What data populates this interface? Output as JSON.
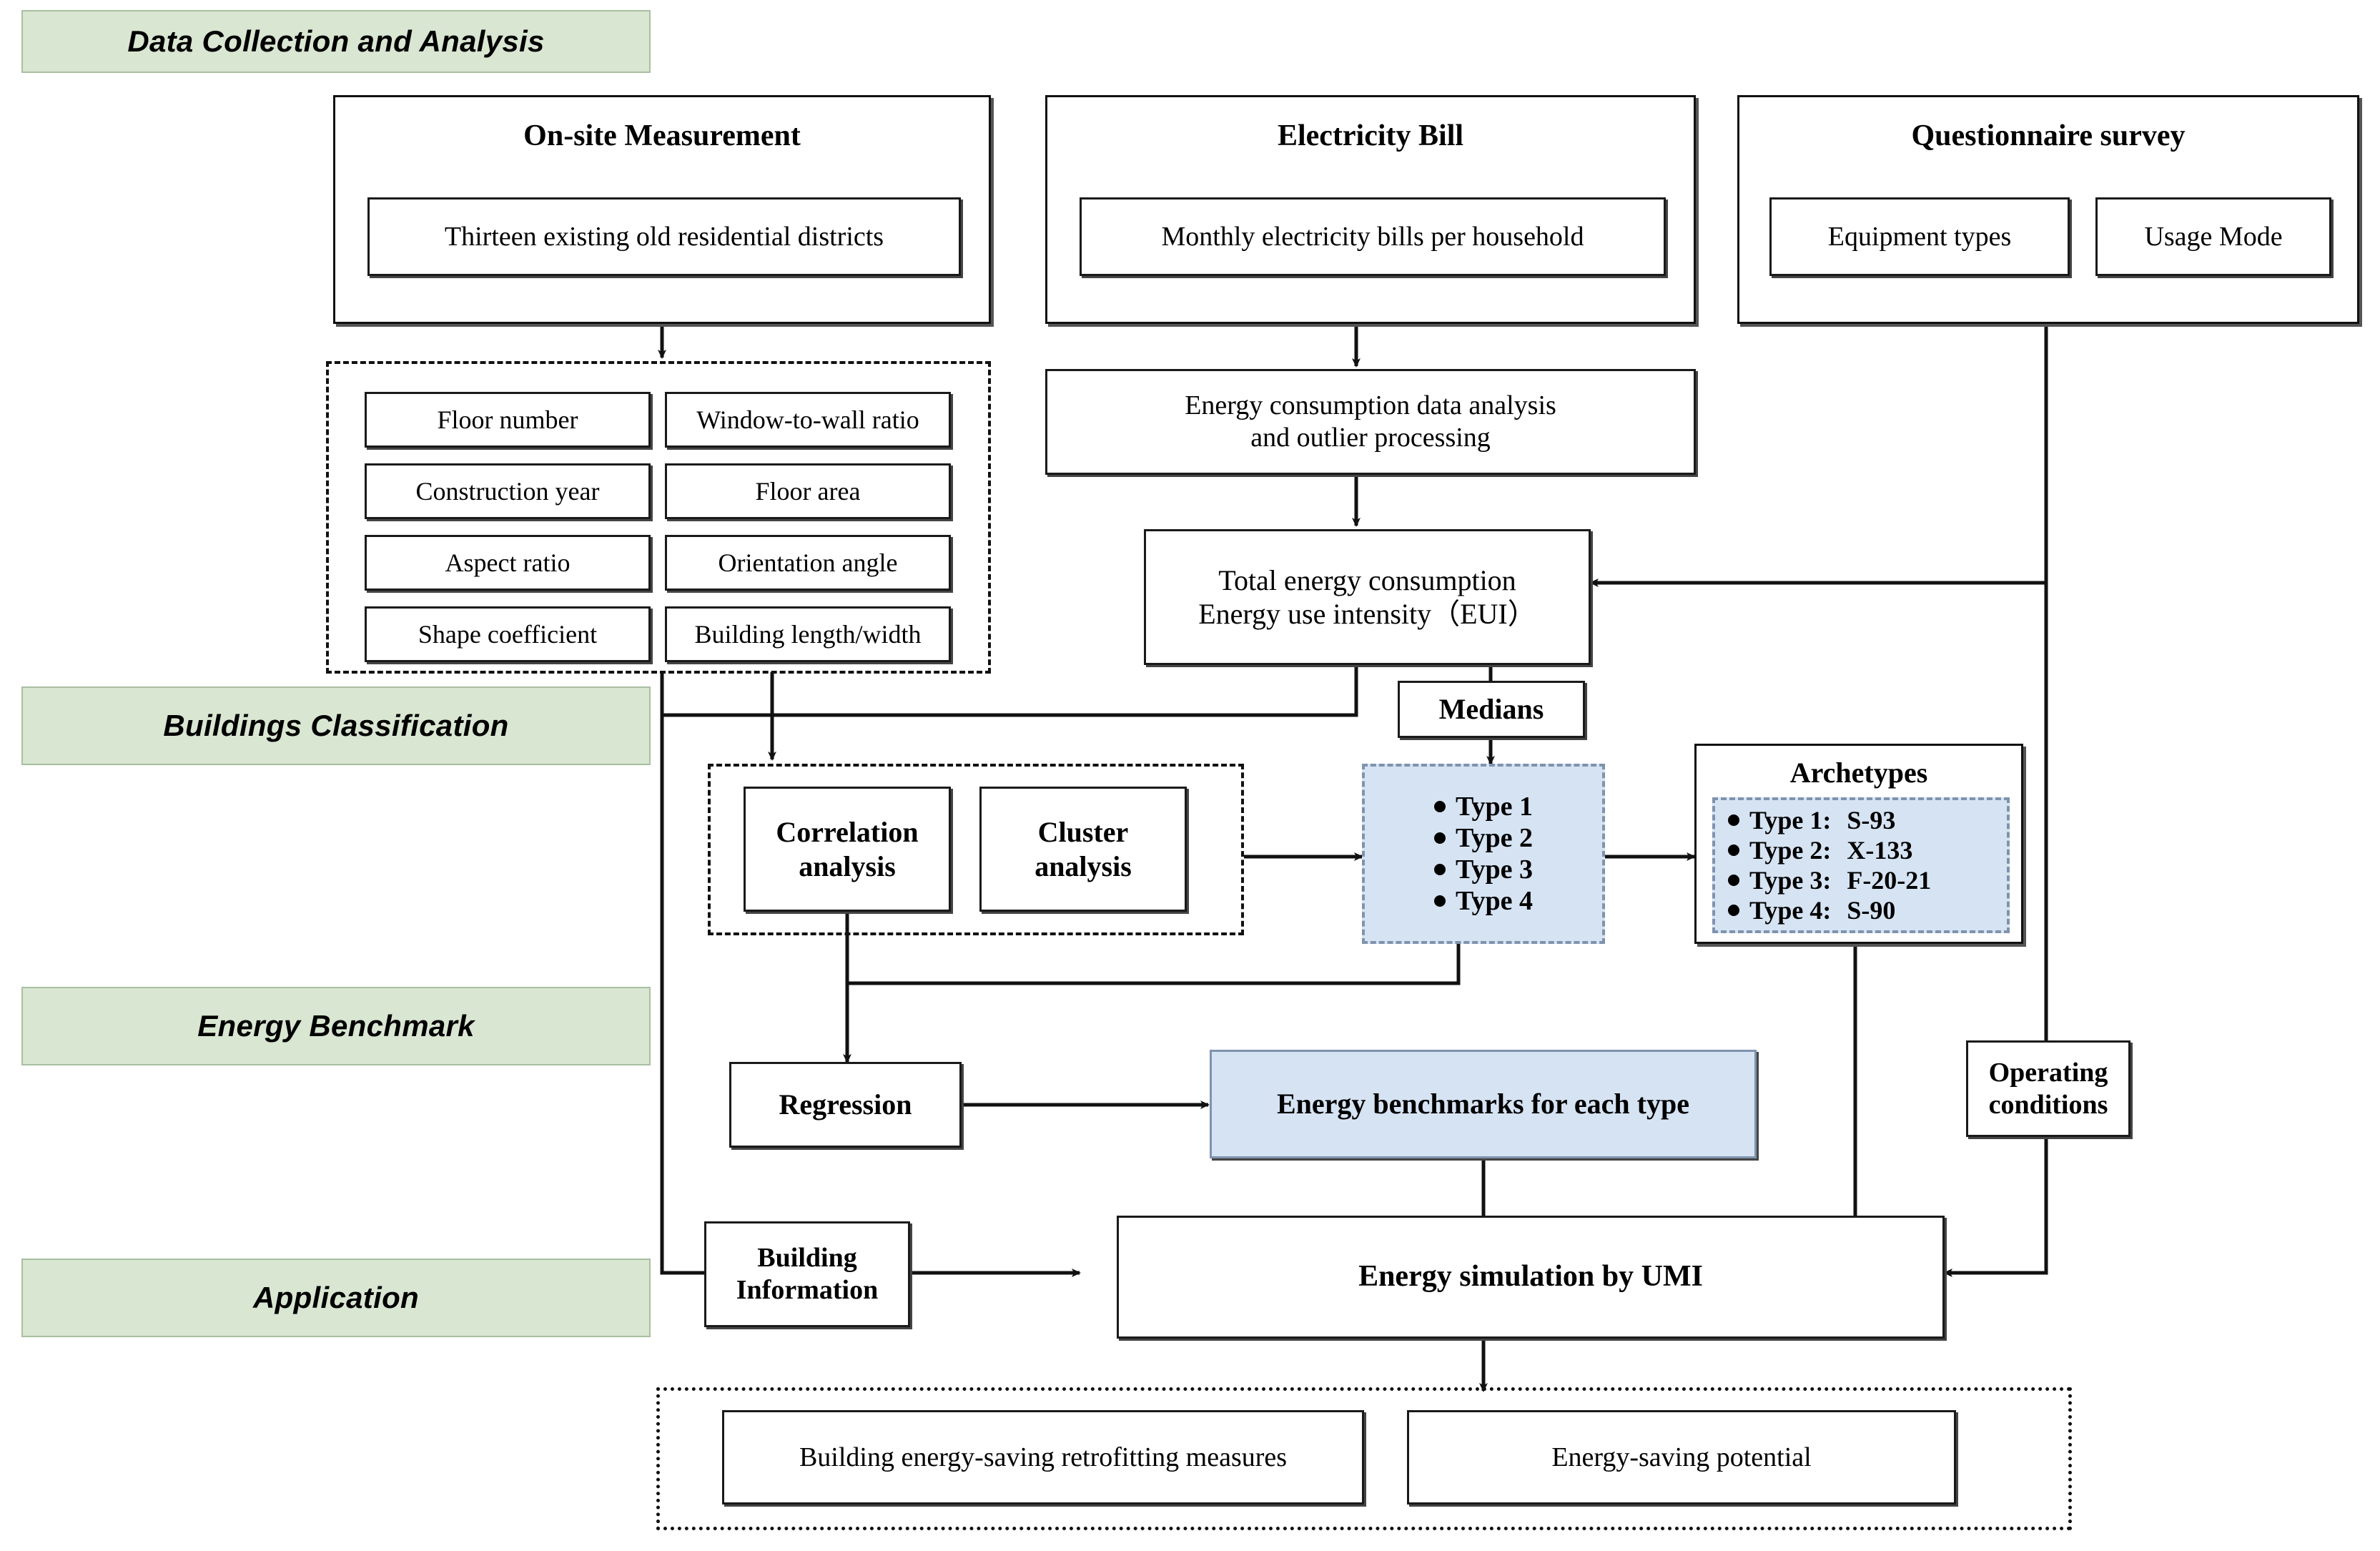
{
  "stages": [
    {
      "label": "Data Collection and Analysis"
    },
    {
      "label": "Buildings Classification"
    },
    {
      "label": "Energy Benchmark"
    },
    {
      "label": "Application"
    }
  ],
  "sources": {
    "onsite": {
      "title": "On-site Measurement",
      "items": [
        "Thirteen existing old residential districts"
      ]
    },
    "bill": {
      "title": "Electricity Bill",
      "items": [
        "Monthly electricity bills per household"
      ]
    },
    "survey": {
      "title": "Questionnaire survey",
      "items": [
        "Equipment types",
        "Usage Mode"
      ]
    }
  },
  "parameters": [
    "Floor number",
    "Window-to-wall ratio",
    "Construction year",
    "Floor area",
    "Aspect ratio",
    "Orientation angle",
    "Shape coefficient",
    "Building length/width"
  ],
  "process": {
    "data_analysis": "Energy consumption data analysis\nand outlier processing",
    "data_analysis_line1": "Energy consumption data analysis",
    "data_analysis_line2": "and outlier processing",
    "total_line1": "Total energy consumption",
    "total_line2": "Energy use intensity（EUI）",
    "medians": "Medians"
  },
  "classification": {
    "methods": [
      "Correlation analysis",
      "Cluster analysis"
    ],
    "method_1_line1": "Correlation",
    "method_1_line2": "analysis",
    "method_2_line1": "Cluster",
    "method_2_line2": "analysis",
    "types": [
      "Type 1",
      "Type 2",
      "Type 3",
      "Type 4"
    ],
    "archetypes_title": "Archetypes",
    "archetypes": [
      {
        "label": "Type 1:",
        "value": "S-93"
      },
      {
        "label": "Type 2:",
        "value": "X-133"
      },
      {
        "label": "Type 3:",
        "value": "F-20-21"
      },
      {
        "label": "Type 4:",
        "value": "S-90"
      }
    ]
  },
  "benchmark": {
    "regression": "Regression",
    "benchmarks": "Energy benchmarks for each type",
    "operating_line1": "Operating",
    "operating_line2": "conditions"
  },
  "application": {
    "building_info_line1": "Building",
    "building_info_line2": "Information",
    "simulation": "Energy simulation by UMI",
    "outputs": [
      "Building energy-saving retrofitting measures",
      "Energy-saving potential"
    ]
  },
  "colors": {
    "stage_fill": "#d9e6d2",
    "stage_border": "#a9bfa0",
    "highlight_fill": "#d6e3f3",
    "highlight_border": "#7f93ae",
    "line": "#111111"
  }
}
